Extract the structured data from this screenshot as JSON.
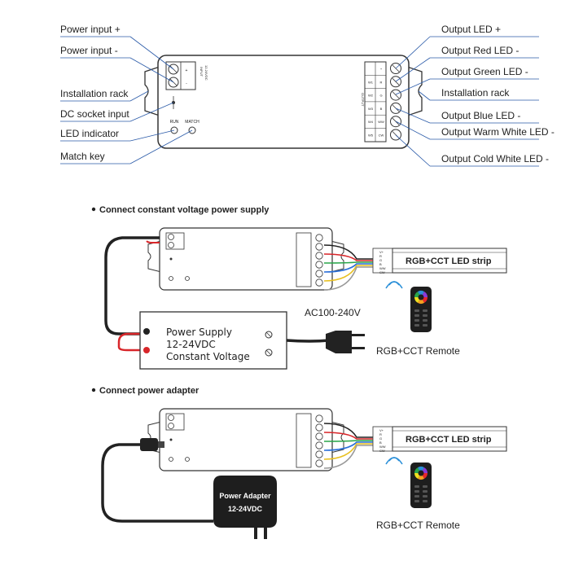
{
  "top_diagram": {
    "left_labels": [
      "Power input +",
      "Power input -",
      "Installation rack",
      "DC socket input",
      "LED indicator",
      "Match key"
    ],
    "right_labels": [
      "Output LED +",
      "Output Red LED -",
      "Output Green LED -",
      "Installation rack",
      "Output Blue LED -",
      "Output Warm White LED -",
      "Output Cold White LED -"
    ],
    "device": {
      "input_title": "INPUT",
      "input_voltage": "12-24VDC",
      "plus": "+",
      "minus": "-",
      "run": "RUN",
      "match": "MATCH",
      "output_title": "OUTPUT",
      "channels": [
        "W1",
        "W2",
        "W3",
        "W4",
        "W5"
      ],
      "channel_colors": [
        "+",
        "R",
        "G",
        "B",
        "WW",
        "CW"
      ]
    }
  },
  "section1": {
    "title": "Connect constant voltage power supply",
    "psu_lines": [
      "Power Supply",
      "12-24VDC",
      "Constant Voltage"
    ],
    "ac_label": "AC100-240V",
    "strip_label": "RGB+CCT LED strip",
    "remote_label": "RGB+CCT Remote",
    "strip_pins": [
      "V+",
      "R",
      "G",
      "B",
      "WW",
      "CW"
    ]
  },
  "section2": {
    "title": "Connect power adapter",
    "adapter_lines": [
      "Power Adapter",
      "12-24VDC"
    ],
    "strip_label": "RGB+CCT LED strip",
    "remote_label": "RGB+CCT Remote",
    "strip_pins": [
      "V+",
      "R",
      "G",
      "B",
      "WW",
      "CW"
    ]
  },
  "colors": {
    "leader": "#2a5aa8",
    "wire_red": "#d8262a",
    "wire_green": "#2aa64a",
    "wire_blue": "#2a6fd8",
    "wire_yellow": "#e8c020",
    "wire_black": "#222222"
  }
}
